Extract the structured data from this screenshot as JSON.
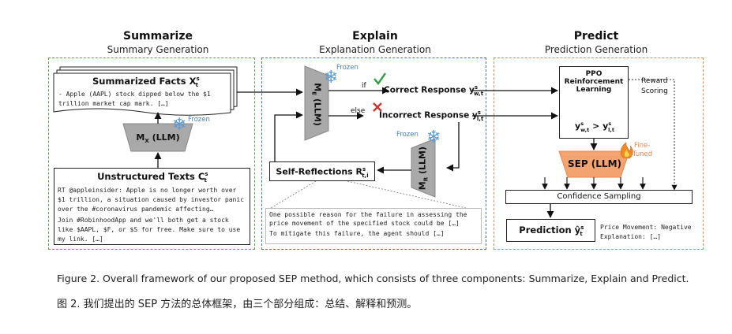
{
  "stages": {
    "summarize": {
      "title": "Summarize",
      "subtitle": "Summary Generation"
    },
    "explain": {
      "title": "Explain",
      "subtitle": "Explanation Generation"
    },
    "predict": {
      "title": "Predict",
      "subtitle": "Prediction Generation"
    }
  },
  "summarize": {
    "summarized_title": "Summarized Facts X",
    "summarized_sup": "s",
    "summarized_sub": "t",
    "summarized_text": "- Apple (AAPL) stock dipped below the $1 trillion market cap mark. […]",
    "model_label": "M",
    "model_sub": "X",
    "model_suffix": " (LLM)",
    "frozen": "Frozen",
    "unstructured_title": "Unstructured Texts C",
    "unstructured_sup": "s",
    "unstructured_sub": "t",
    "unstructured_text_1": "RT @appleinsider: Apple is no longer worth over $1 trillion, a situation caused by investor panic over the #coronavirus pandemic affecting…",
    "unstructured_text_2": "Join #RobinhoodApp and we'll both get a stock like $AAPL, $F, or $S for free. Make sure to use my link. […]"
  },
  "explain": {
    "model_label": "M",
    "model_sub": "E",
    "model_suffix": " (LLM)",
    "frozen_top": "Frozen",
    "if_label": "if",
    "else_label": "else",
    "correct_title": "Correct Response y",
    "correct_sup": "s",
    "correct_sub": "w,t",
    "incorrect_title": "Incorrect Response y",
    "incorrect_sup": "s",
    "incorrect_sub": "l,t",
    "reflect_model_label": "M",
    "reflect_model_sub": "R",
    "reflect_model_suffix": " (LLM)",
    "frozen_bottom": "Frozen",
    "reflections_title": "Self-Reflections R",
    "reflections_sup": "s",
    "reflections_sub": "t,i",
    "reflection_text_1": "One possible reason for the failure in assessing the price movement of the specified stock could be […]",
    "reflection_text_2": "To mitigate this failure, the agent should […]"
  },
  "predict": {
    "ppo_line1": "PPO",
    "ppo_line2": "Reinforcement",
    "ppo_line3": "Learning",
    "ppo_compare_left": "y",
    "ppo_compare_left_sup": "s",
    "ppo_compare_left_sub": "w,t",
    "ppo_compare_op": " > ",
    "ppo_compare_right": "y",
    "ppo_compare_right_sup": "s",
    "ppo_compare_right_sub": "l,t",
    "reward_label_1": "Reward",
    "reward_label_2": "Scoring",
    "sep_label": "SEP (LLM)",
    "finetuned_1": "Fine-",
    "finetuned_2": "Tuned",
    "confidence_label": "Confidence Sampling",
    "prediction_title": "Prediction ŷ",
    "prediction_sup": "s",
    "prediction_sub": "t",
    "output_line1": "Price Movement: Negative",
    "output_line2": "Explanation: […]"
  },
  "captions": {
    "english": "Figure 2. Overall framework of our proposed SEP method, which consists of three components: Summarize, Explain and Predict.",
    "chinese": "图 2. 我们提出的 SEP 方法的总体框架，由三个部分组成：总结、解释和预测。"
  },
  "colors": {
    "summarize_border": "#5aa83c",
    "explain_border": "#3b6fc9",
    "predict_border": "#e8874a",
    "sep_fill": "#f2a36f",
    "model_fill": "#a9a9a9",
    "snow": "#5b9bd5",
    "check": "#2e9e3e",
    "cross": "#d0342c"
  }
}
